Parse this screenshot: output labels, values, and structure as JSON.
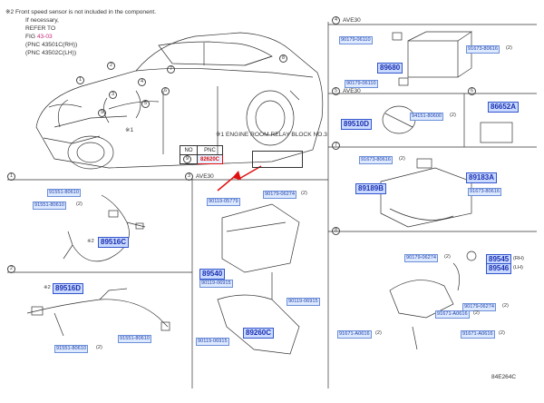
{
  "notes": {
    "n1": "※2 Front speed sensor is not included in the component.",
    "n2": "If necessary,",
    "n3": "REFER TO",
    "n4_prefix": "FIG ",
    "n4_fig": "43-03",
    "n5": "(PNC 43501C(RH))",
    "n6": "(PNC 43502C(LH))",
    "relay_caption": "※1 ENGINE ROOM RELAY BLOCK NO.3",
    "drawing_code": "84E264C"
  },
  "relay_table": {
    "h_no": "NO",
    "h_pnc": "PNC",
    "row_no": "9",
    "row_pnc": "82620C"
  },
  "sections": {
    "s1": {
      "num": "1",
      "label": ""
    },
    "s2": {
      "num": "2",
      "label": ""
    },
    "s3": {
      "num": "3",
      "label": "AVE30"
    },
    "s4": {
      "num": "4",
      "label": "AVE30"
    },
    "s5": {
      "num": "5",
      "label": "AVE30"
    },
    "s6": {
      "num": "6",
      "label": ""
    },
    "s7": {
      "num": "7",
      "label": ""
    },
    "s8": {
      "num": "8",
      "label": ""
    }
  },
  "car_callouts": [
    "1",
    "2",
    "3",
    "4",
    "5",
    "6",
    "7",
    "8",
    "9",
    "※1"
  ],
  "parts": {
    "p1": "91551-80610",
    "p2": "91551-80610",
    "p2q": "(2)",
    "p3": "※2",
    "p3b": "89516C",
    "p4": "※2",
    "p4b": "89516D",
    "p5": "91551-80610",
    "p5q": "(2)",
    "p6": "91551-80610",
    "p7": "90119-05779",
    "p8": "90179-06274",
    "p8q": "(2)",
    "p9": "89540",
    "p10": "90119-06915",
    "p11": "90119-06915",
    "p12": "89260C",
    "p13": "90119-06915",
    "p14": "90179-06110",
    "p15": "91673-80616",
    "p15q": "(2)",
    "p16": "89680",
    "p17": "90179-06110",
    "p18": "89510D",
    "p19": "94151-80600",
    "p19q": "(2)",
    "p20": "86652A",
    "p21": "91673-80616",
    "p21q": "(2)",
    "p22": "89183A",
    "p23": "89189B",
    "p24": "91673-80616",
    "p25": "90179-06274",
    "p25q": "(2)",
    "p26": "89545",
    "p26s": "(RH)",
    "p27": "89546",
    "p27s": "(LH)",
    "p28": "90179-06274",
    "p28q": "(2)",
    "p29": "91671-A0616",
    "p29q": "(2)",
    "p30": "91671-A0616",
    "p30q": "(2)",
    "p31": "91671-A0616",
    "p31q": "(2)"
  }
}
